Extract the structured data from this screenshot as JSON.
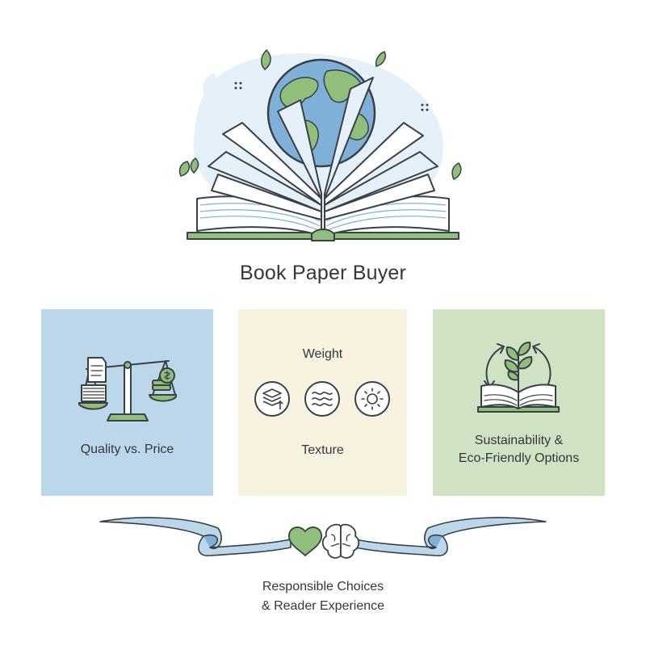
{
  "title": "Book Paper Buyer",
  "cards": {
    "quality": {
      "label": "Quality vs. Price"
    },
    "texture": {
      "weight_label": "Weight",
      "texture_label": "Texture"
    },
    "eco": {
      "line1": "Sustainability &",
      "line2": "Eco-Friendly Options"
    }
  },
  "footer": {
    "line1": "Responsible Choices",
    "line2": "& Reader Experience"
  },
  "icons": {
    "hero": [
      "globe-icon",
      "open-book-icon",
      "leaf-icon"
    ],
    "quality": "balance-scale-icon",
    "texture": [
      "paper-stack-icon",
      "wave-texture-icon",
      "sun-icon"
    ],
    "eco": "book-sprout-recycle-icon",
    "footer": [
      "heart-icon",
      "brain-icon"
    ]
  },
  "colors": {
    "blue_panel": "#bcd6ea",
    "cream_panel": "#f8f3e1",
    "green_panel": "#cfe3c4",
    "accent_green": "#8fbf7a",
    "accent_blue": "#7fb0d8",
    "ink": "#33373c"
  }
}
